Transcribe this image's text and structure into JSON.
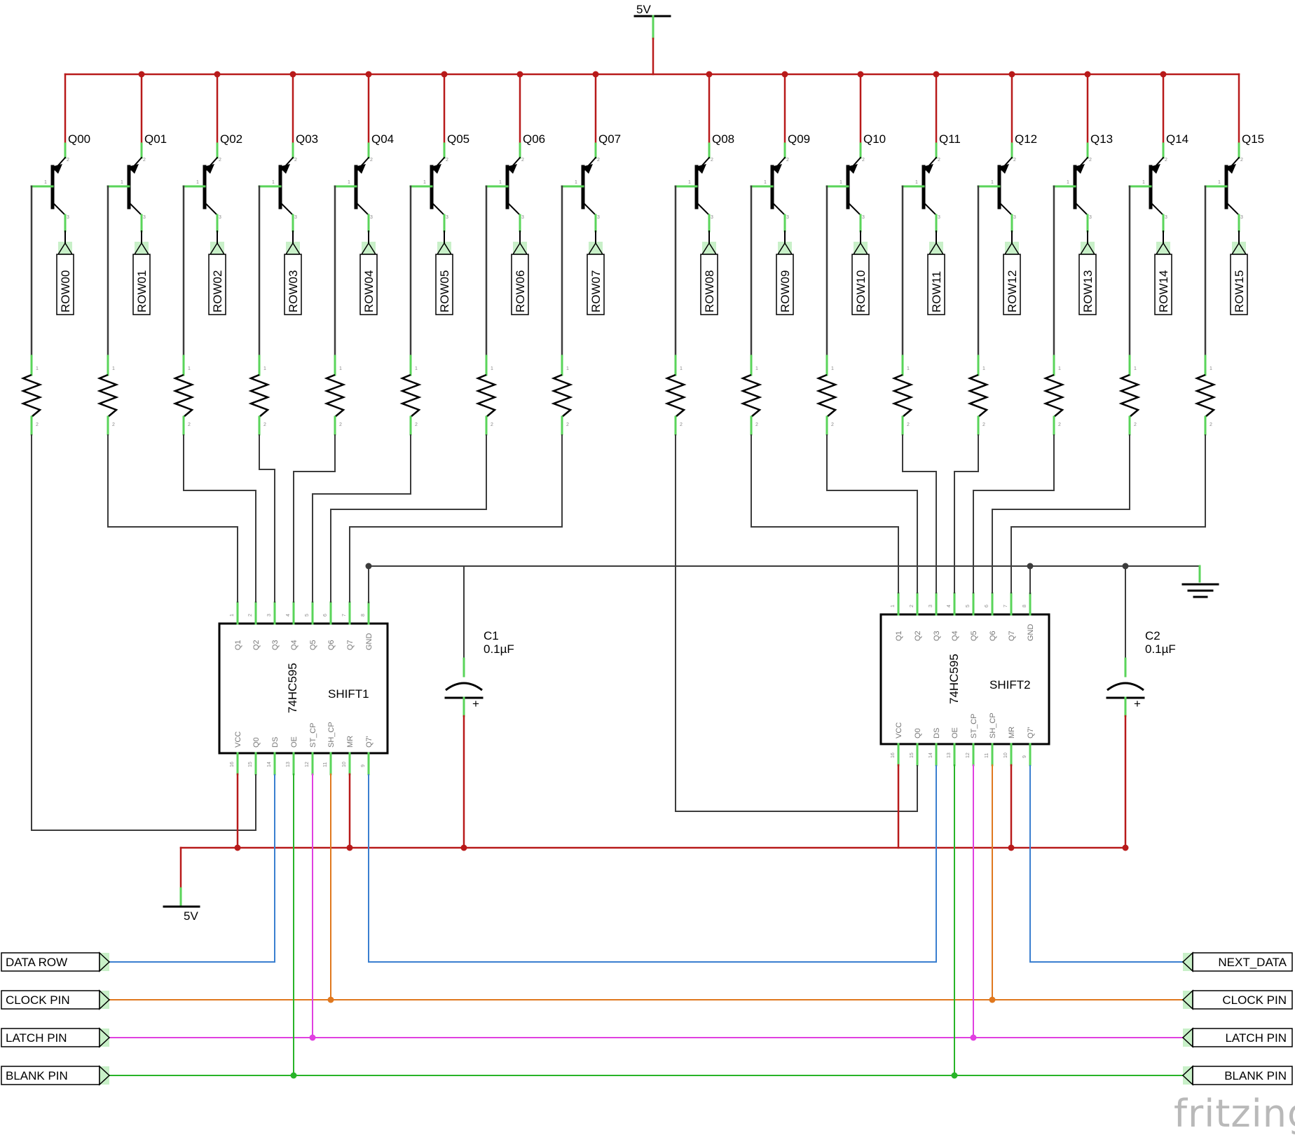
{
  "power": {
    "top_label": "5V",
    "bottom_label": "5V"
  },
  "transistors": [
    {
      "label": "Q00",
      "row": "ROW00"
    },
    {
      "label": "Q01",
      "row": "ROW01"
    },
    {
      "label": "Q02",
      "row": "ROW02"
    },
    {
      "label": "Q03",
      "row": "ROW03"
    },
    {
      "label": "Q04",
      "row": "ROW04"
    },
    {
      "label": "Q05",
      "row": "ROW05"
    },
    {
      "label": "Q06",
      "row": "ROW06"
    },
    {
      "label": "Q07",
      "row": "ROW07"
    },
    {
      "label": "Q08",
      "row": "ROW08"
    },
    {
      "label": "Q09",
      "row": "ROW09"
    },
    {
      "label": "Q10",
      "row": "ROW10"
    },
    {
      "label": "Q11",
      "row": "ROW11"
    },
    {
      "label": "Q12",
      "row": "ROW12"
    },
    {
      "label": "Q13",
      "row": "ROW13"
    },
    {
      "label": "Q14",
      "row": "ROW14"
    },
    {
      "label": "Q15",
      "row": "ROW15"
    }
  ],
  "chips": [
    {
      "name": "SHIFT1",
      "part": "74HC595",
      "top_pins": [
        "Q1",
        "Q2",
        "Q3",
        "Q4",
        "Q5",
        "Q6",
        "Q7",
        "GND"
      ],
      "top_nums": [
        "1",
        "2",
        "3",
        "4",
        "5",
        "6",
        "7",
        "8"
      ],
      "bottom_pins": [
        "VCC",
        "Q0",
        "DS",
        "OE",
        "ST_CP",
        "SH_CP",
        "MR",
        "Q7'"
      ],
      "bottom_nums": [
        "16",
        "15",
        "14",
        "13",
        "12",
        "11",
        "10",
        "9"
      ]
    },
    {
      "name": "SHIFT2",
      "part": "74HC595",
      "top_pins": [
        "Q1",
        "Q2",
        "Q3",
        "Q4",
        "Q5",
        "Q6",
        "Q7",
        "GND"
      ],
      "top_nums": [
        "1",
        "2",
        "3",
        "4",
        "5",
        "6",
        "7",
        "8"
      ],
      "bottom_pins": [
        "VCC",
        "Q0",
        "DS",
        "OE",
        "ST_CP",
        "SH_CP",
        "MR",
        "Q7'"
      ],
      "bottom_nums": [
        "16",
        "15",
        "14",
        "13",
        "12",
        "11",
        "10",
        "9"
      ]
    }
  ],
  "capacitors": [
    {
      "name": "C1",
      "value": "0.1µF"
    },
    {
      "name": "C2",
      "value": "0.1µF"
    }
  ],
  "ports_left": [
    "DATA ROW",
    "CLOCK PIN",
    "LATCH PIN",
    "BLANK PIN"
  ],
  "ports_right": [
    "NEXT_DATA",
    "CLOCK PIN",
    "LATCH PIN",
    "BLANK PIN"
  ],
  "colors": {
    "power": "#b81a1a",
    "wire": "#3c3c3c",
    "data": "#3a7fd0",
    "clock": "#e0781e",
    "latch": "#e040e0",
    "blank": "#28b428",
    "pin": "#5ad45a"
  },
  "logo": "fritzing"
}
